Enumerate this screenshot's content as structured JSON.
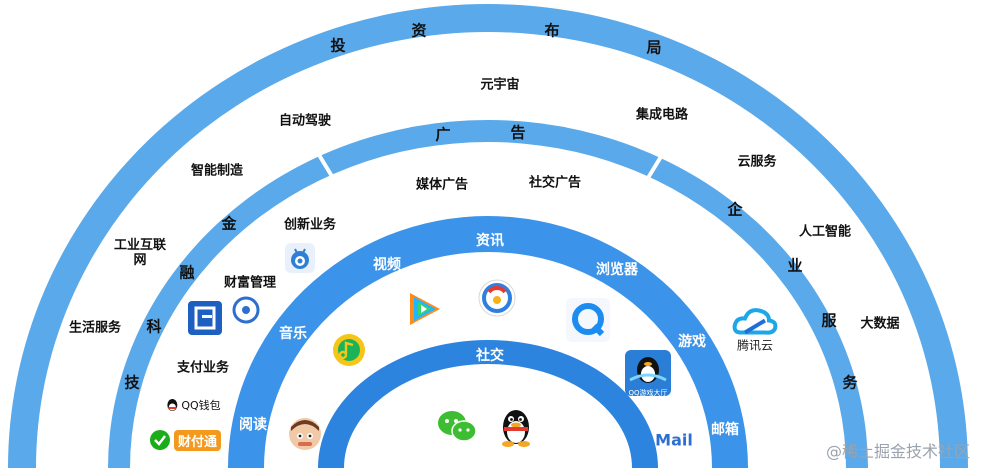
{
  "colors": {
    "band_outer": "#5aa9ea",
    "band_middle": "#5aa9ea",
    "band_inner": "#3d8fe6",
    "band_core": "#2f86e0",
    "white": "#ffffff",
    "divider": "#ffffff"
  },
  "outer_ring": {
    "title_chars": [
      "投",
      "资",
      "布",
      "局"
    ],
    "items": [
      "元宇宙",
      "自动驾驶",
      "集成电路",
      "智能制造",
      "云服务",
      "工业互联\n网",
      "人工智能",
      "生活服务",
      "大数据"
    ]
  },
  "middle_ring": {
    "ads_chars": [
      "广",
      "告"
    ],
    "ads_items": [
      "媒体广告",
      "社交广告"
    ],
    "fintech_chars": [
      "金",
      "融",
      "科",
      "技"
    ],
    "fintech_items": [
      "创新业务",
      "财富管理",
      "支付业务"
    ],
    "enterprise_chars": [
      "企",
      "业",
      "服",
      "务"
    ],
    "enterprise_items": [
      "腾讯云"
    ]
  },
  "inner_ring": {
    "labels": [
      "资讯",
      "视频",
      "浏览器",
      "音乐",
      "游戏",
      "阅读",
      "邮箱"
    ]
  },
  "core_ring": {
    "label": "社交"
  },
  "icons": [
    {
      "name": "qq-wallet-icon",
      "text": "QQ钱包"
    },
    {
      "name": "caifutong-icon",
      "text": "财付通"
    },
    {
      "name": "qq-game-hall-icon",
      "text": "QQ游戏大厅"
    },
    {
      "name": "qq-mail-icon",
      "text": "Mail"
    },
    {
      "name": "tencent-cloud-icon"
    },
    {
      "name": "wechat-icon"
    },
    {
      "name": "qq-penguin-icon"
    },
    {
      "name": "tencent-video-icon"
    },
    {
      "name": "tencent-news-icon"
    },
    {
      "name": "qq-browser-icon"
    },
    {
      "name": "qq-music-icon"
    },
    {
      "name": "qq-reading-icon"
    },
    {
      "name": "innovation-app-icon"
    },
    {
      "name": "futu-icon"
    },
    {
      "name": "wealth-app-icon"
    }
  ],
  "watermark": "@稀土掘金技术社区"
}
